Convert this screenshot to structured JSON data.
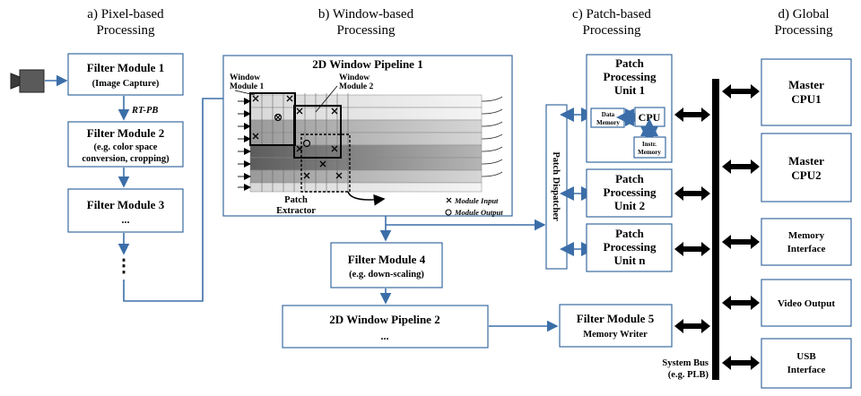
{
  "sections": {
    "a": [
      "a) Pixel-based",
      "Processing"
    ],
    "b": [
      "b) Window-based",
      "Processing"
    ],
    "c": [
      "c) Patch-based",
      "Processing"
    ],
    "d": [
      "d) Global",
      "Processing"
    ]
  },
  "pixel": {
    "fm1_title": "Filter Module 1",
    "fm1_sub": "(Image Capture)",
    "rtpb": "RT-PB",
    "fm2_title": "Filter Module 2",
    "fm2_sub1": "(e.g. color space",
    "fm2_sub2": "conversion, cropping)",
    "fm3_title": "Filter Module 3",
    "fm3_sub": "...",
    "vdots": "⋮"
  },
  "window": {
    "pipeline1_title": "2D Window Pipeline 1",
    "wm1": [
      "Window",
      "Module 1"
    ],
    "wm2": [
      "Window",
      "Module 2"
    ],
    "patch_extractor": [
      "Patch",
      "Extractor"
    ],
    "legend_input": "Module Input",
    "legend_output": "Module Output",
    "fm4_title": "Filter Module 4",
    "fm4_sub": "(e.g. down-scaling)",
    "pipeline2_title": "2D Window Pipeline 2",
    "pipeline2_sub": "..."
  },
  "patch": {
    "dispatcher": "Patch Dispatcher",
    "ppu1": [
      "Patch",
      "Processing",
      "Unit 1"
    ],
    "data_memory": [
      "Data",
      "Memory"
    ],
    "cpu": "CPU",
    "instr_memory": [
      "Instr.",
      "Memory"
    ],
    "ppu2": [
      "Patch",
      "Processing",
      "Unit 2"
    ],
    "ppun": [
      "Patch",
      "Processing",
      "Unit n"
    ],
    "fm5_title": "Filter Module 5",
    "fm5_sub": "Memory Writer"
  },
  "global": {
    "master1": [
      "Master",
      "CPU1"
    ],
    "master2": [
      "Master",
      "CPU2"
    ],
    "memory": [
      "Memory",
      "Interface"
    ],
    "video": "Video Output",
    "usb": [
      "USB",
      "Interface"
    ],
    "bus": [
      "System Bus",
      "(e.g. PLB)"
    ]
  },
  "colors": {
    "accent": "#3a6aa0",
    "arrow": "#3b6ea8"
  }
}
